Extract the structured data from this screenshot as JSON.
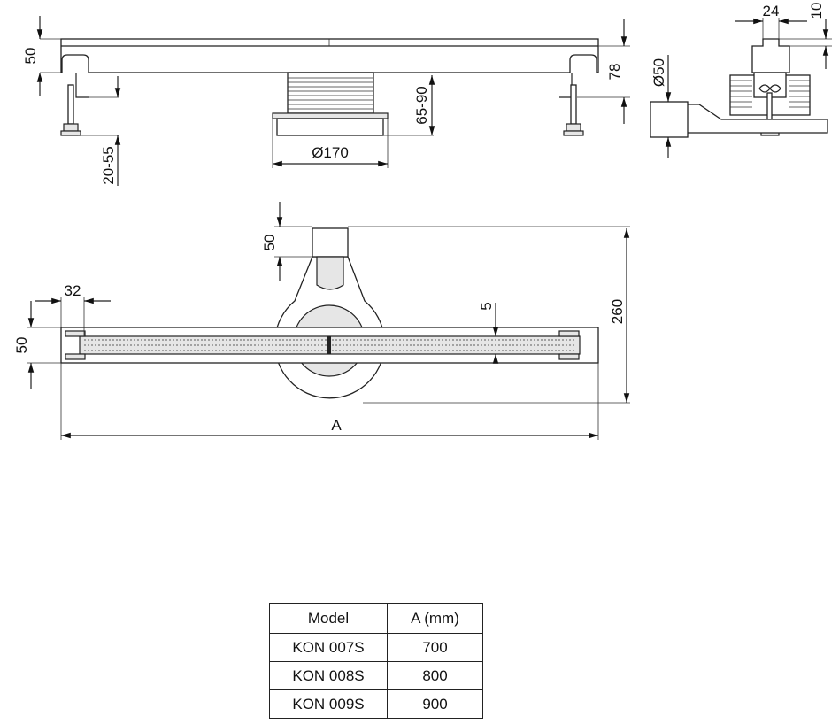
{
  "dimensions": {
    "side_height": "50",
    "total_height": "78",
    "outlet_height": "65-90",
    "foot_adjust": "20-55",
    "flange_diameter": "Ø170",
    "cap_width": "24",
    "cap_height": "10",
    "pipe_diameter": "Ø50",
    "outlet_offset": "50",
    "depth_total": "260",
    "end_width": "32",
    "channel_width": "50",
    "grate_gap": "5",
    "length": "A"
  },
  "table": {
    "headers": [
      "Model",
      "A (mm)"
    ],
    "rows": [
      {
        "model": "KON 007S",
        "a": "700"
      },
      {
        "model": "KON 008S",
        "a": "800"
      },
      {
        "model": "KON 009S",
        "a": "900"
      }
    ]
  }
}
